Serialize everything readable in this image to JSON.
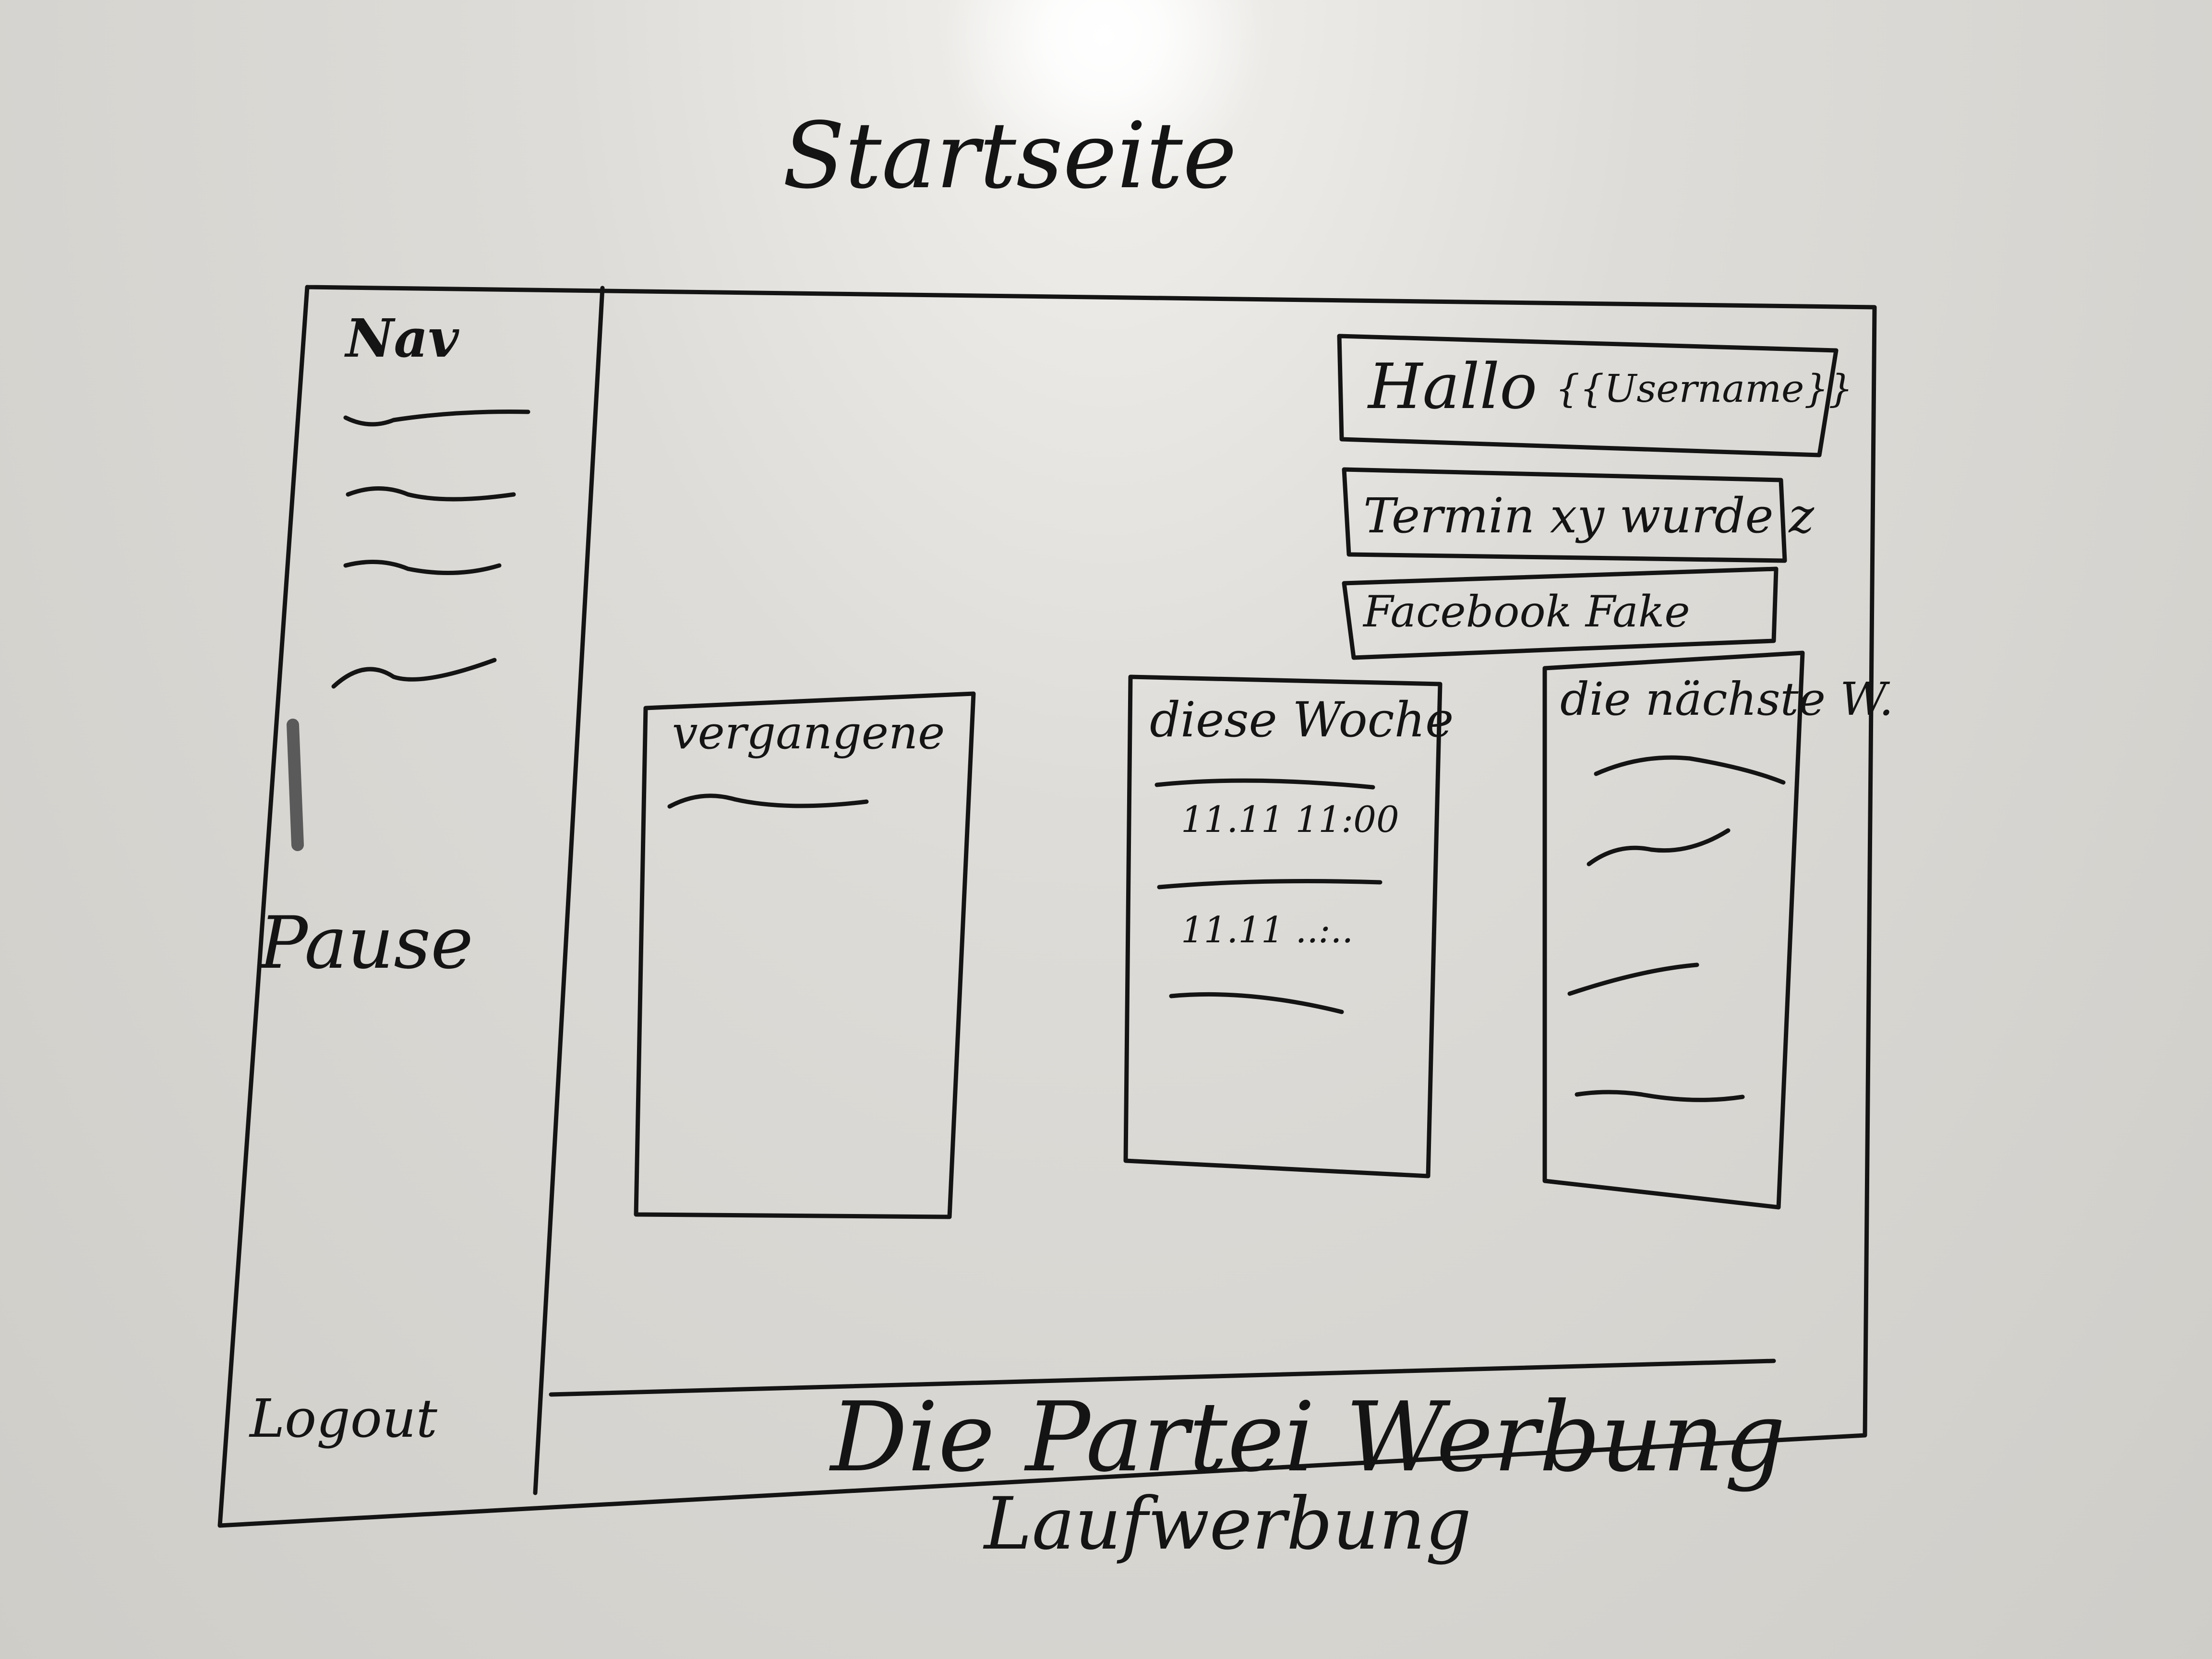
{
  "board": {
    "title": "Startseite",
    "sidebar": {
      "heading": "Nav",
      "items": [
        "",
        "",
        "",
        ""
      ],
      "middle_label": "Pause",
      "bottom_label": "Logout"
    },
    "greeting": {
      "text": "Hallo",
      "placeholder": "{{Username}}"
    },
    "notifications": [
      "Termin xy wurde z",
      "Facebook Fake"
    ],
    "columns": [
      {
        "title": "vergangene",
        "entries": [
          ""
        ]
      },
      {
        "title": "diese Woche",
        "entries": [
          "",
          "11.11 11:00",
          "",
          "11.11 ..:..",
          ""
        ]
      },
      {
        "title": "die nächste W.",
        "entries": [
          "",
          "",
          "",
          ""
        ]
      }
    ],
    "banner": "Die Partei Werbung",
    "banner_caption": "Laufwerbung",
    "colors": {
      "ink": "#141414",
      "board": "#dcdad6"
    }
  }
}
